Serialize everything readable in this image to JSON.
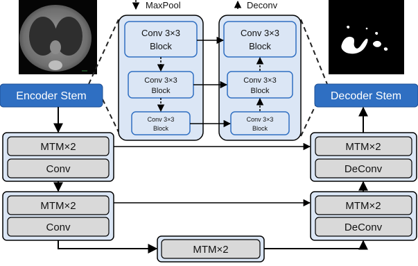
{
  "legend": {
    "maxpool": "MaxPool",
    "deconv": "Deconv"
  },
  "stems": {
    "encoder": "Encoder Stem",
    "decoder": "Decoder Stem"
  },
  "conv_blocks": {
    "down": [
      {
        "line1": "Conv 3×3",
        "line2": "Block"
      },
      {
        "line1": "Conv 3×3",
        "line2": "Block"
      },
      {
        "line1": "Conv 3×3",
        "line2": "Block"
      }
    ],
    "up": [
      {
        "line1": "Conv 3×3",
        "line2": "Block"
      },
      {
        "line1": "Conv 3×3",
        "line2": "Block"
      },
      {
        "line1": "Conv 3×3",
        "line2": "Block"
      }
    ]
  },
  "encoder": [
    {
      "top": "MTM×2",
      "bottom": "Conv"
    },
    {
      "top": "MTM×2",
      "bottom": "Conv"
    }
  ],
  "decoder": [
    {
      "top": "MTM×2",
      "bottom": "DeConv"
    },
    {
      "top": "MTM×2",
      "bottom": "DeConv"
    }
  ],
  "bottleneck": "MTM×2",
  "images": {
    "input": "ct-scan-image",
    "output": "segmentation-mask-image"
  },
  "colors": {
    "stem": "#2f6fc2",
    "panel": "#dbe6f5",
    "module": "#d9d9d9"
  }
}
